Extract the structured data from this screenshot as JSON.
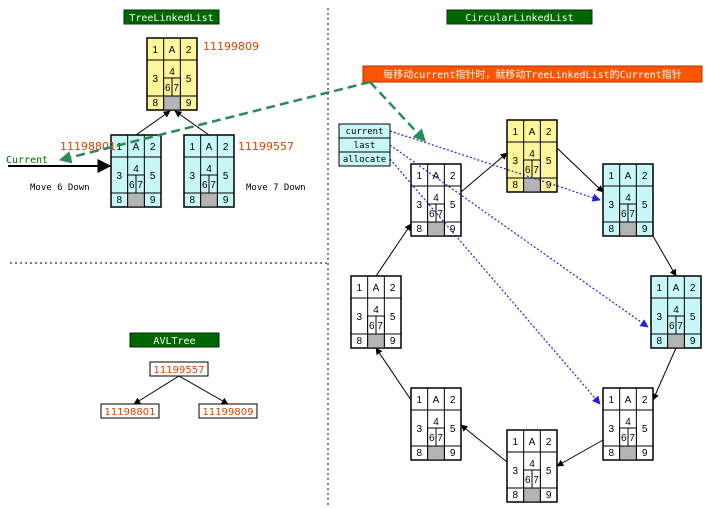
{
  "sections": {
    "tree_linked_list": "TreeLinkedList",
    "circular_linked_list": "CircularLinkedList",
    "avl_tree": "AVLTree"
  },
  "colors": {
    "section_header_bg": "#006600",
    "section_header_text": "#ffffff",
    "node_yellow": "#fff59a",
    "node_cyan": "#c8f7f7",
    "node_white": "#ffffff",
    "node_gray_cell": "#b4b4b4",
    "id_text": "#e04000",
    "annotation_bg": "#ff5500",
    "annotation_text": "#ffffff",
    "dashed_arrow": "#2a8a55",
    "dotted_arrow": "#2222dd",
    "pointer_label": "#006600"
  },
  "node_cells": {
    "c1": "1",
    "cA": "A",
    "c2": "2",
    "c3": "3",
    "c4": "4",
    "c5": "5",
    "c6": "6",
    "c7": "7",
    "c8": "8",
    "c9": "9"
  },
  "tree_linked_list": {
    "top_node_id": "11199809",
    "left_node_id": "11198801",
    "right_node_id": "11199557",
    "current_label": "Current",
    "move_left": "Move 6 Down",
    "move_right": "Move 7 Down"
  },
  "annotation": "每移动current指针时，就移动TreeLinkedList的Current指针",
  "pointers": {
    "current": "current",
    "last": "last",
    "allocate": "allocate"
  },
  "avl_tree": {
    "root": "11199557",
    "left": "11198801",
    "right": "11199809"
  }
}
